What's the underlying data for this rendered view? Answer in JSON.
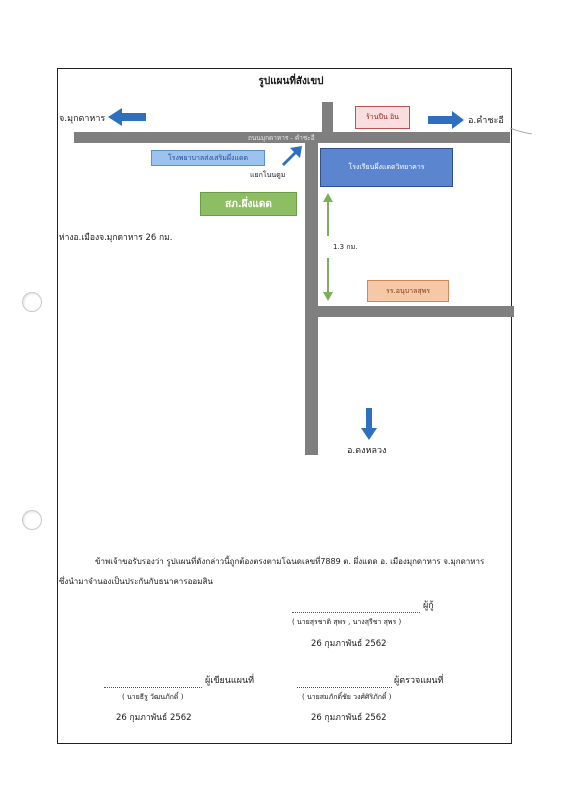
{
  "map": {
    "title": "รูปแผนที่สังเขป",
    "left_direction": "จ.มุกดาหาร",
    "right_direction": "อ.คำชะอี",
    "bottom_direction": "อ.ดงหลวง",
    "road_label": "ถนนมุกดาหาร - คำชะอี",
    "junction_label": "แยกโนนตูม",
    "distance_from_city": "ห่างอ.เมืองจ.มุกดาหาร 26 กม.",
    "distance_label": "1.3 กม.",
    "landmarks": {
      "hospital": "โรงพยาบาลส่งเสริมผึ่งแดด",
      "school": "โรงเรียนผึ่งแดดวิทยาคาร",
      "shop": "ร้านปืน อิน",
      "health_station": "สภ.ผึ่งแดด",
      "primary_school": "รร.อนุบาลสุพร"
    },
    "colors": {
      "road": "#7f7f7f",
      "arrow_blue": "#2e6fc0",
      "arrow_green": "#7fae5b"
    }
  },
  "certification": {
    "paragraph_line1": "ข้าพเจ้าขอรับรองว่า รูปแผนที่ดังกล่าวนี้ถูกต้องตรงตามโฉนดเลขที่7889 ต. ผึ่งแดด อ. เมืองมุกดาหาร จ.มุกดาหาร",
    "paragraph_line2": "ซึ่งนำมาจำนองเป็นประกันกับธนาคารออมสิน",
    "borrower_title": "ผู้กู้",
    "borrower_names": "( นายสุรชาติ สุพร , นางสุรีชา สุพร )",
    "borrower_date": "26 กุมภาพันธ์ 2562",
    "drafter_title": "ผู้เขียนแผนที่",
    "drafter_name": "( นายธีรู วัฒนภักดิ์ )",
    "drafter_date": "26 กุมภาพันธ์ 2562",
    "checker_title": "ผู้ตรวจแผนที่",
    "checker_name": "( นายสมภักดิ์ชัย วงศ์ศิริภักดิ์ )",
    "checker_date": "26 กุมภาพันธ์ 2562"
  }
}
